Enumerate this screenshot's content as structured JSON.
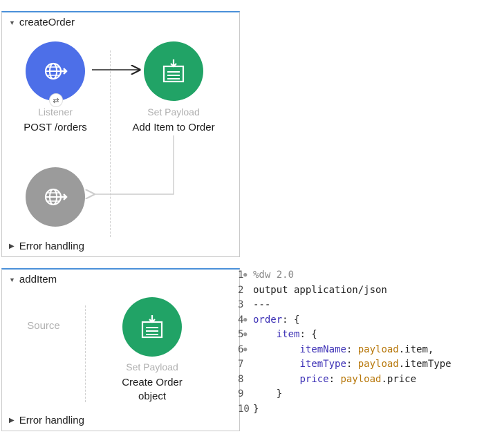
{
  "flow1": {
    "name": "createOrder",
    "listener": {
      "type": "Listener",
      "label": "POST /orders"
    },
    "set_payload": {
      "type": "Set Payload",
      "label": "Add Item to Order"
    },
    "error_handling": "Error handling"
  },
  "flow2": {
    "name": "addItem",
    "source_placeholder": "Source",
    "set_payload": {
      "type": "Set Payload",
      "label_line1": "Create Order",
      "label_line2": "object"
    },
    "error_handling": "Error handling"
  },
  "code": {
    "lines": [
      {
        "num": "1",
        "fold": true,
        "text": "%dw 2.0"
      },
      {
        "num": "2",
        "fold": false,
        "text": "output application/json"
      },
      {
        "num": "3",
        "fold": false,
        "text": "---"
      },
      {
        "num": "4",
        "fold": true,
        "key": "order",
        "rest": ": {"
      },
      {
        "num": "5",
        "fold": true,
        "indent": "    ",
        "key": "item",
        "rest": ": {"
      },
      {
        "num": "6",
        "fold": true,
        "indent": "        ",
        "key": "itemName",
        "sep": ": ",
        "val": "payload",
        "tail": ".item,"
      },
      {
        "num": "7",
        "fold": false,
        "indent": "        ",
        "key": "itemType",
        "sep": ": ",
        "val": "payload",
        "tail": ".itemType"
      },
      {
        "num": "8",
        "fold": false,
        "indent": "        ",
        "key": "price",
        "sep": ": ",
        "val": "payload",
        "tail": ".price"
      },
      {
        "num": "9",
        "fold": false,
        "indent": "    ",
        "text": "}"
      },
      {
        "num": "10",
        "fold": false,
        "text": "}"
      }
    ]
  },
  "colors": {
    "listener": "#4d6fe8",
    "set_payload": "#21a366",
    "disabled": "#9b9b9b",
    "keyword": "#3b2fb5",
    "value": "#b7770a"
  }
}
